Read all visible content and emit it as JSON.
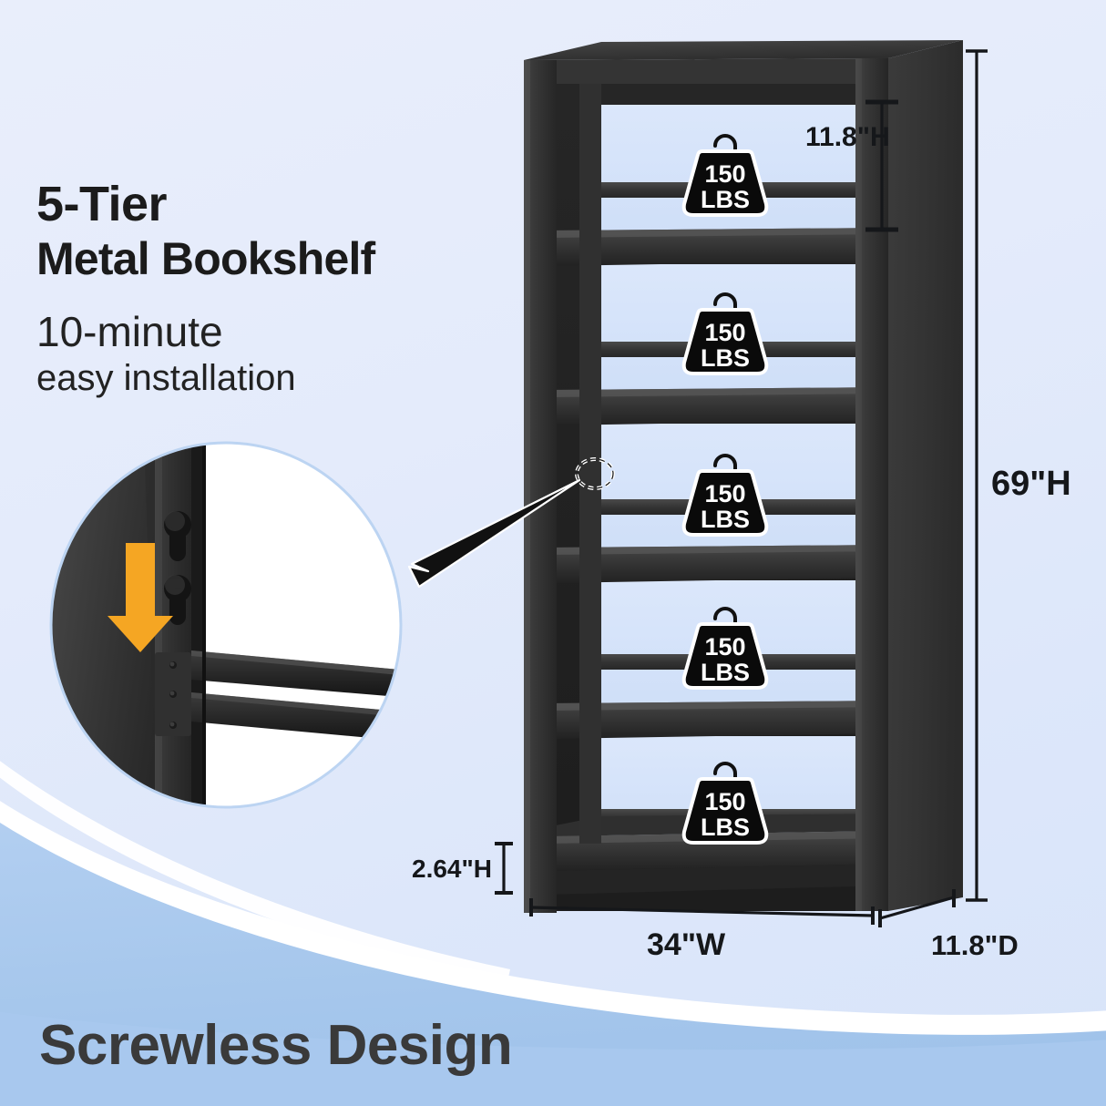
{
  "page": {
    "background_top_color": "#e9eefb",
    "background_bottom_band_color": "#a8c8ee",
    "accent_orange": "#f5a623",
    "product_color": "#2b2b2b"
  },
  "headline": {
    "line1": "5-Tier",
    "line2": "Metal Bookshelf",
    "line3": "10-minute",
    "line4": "easy installation"
  },
  "banner": {
    "title": "Screwless Design"
  },
  "dimensions": {
    "shelf_height": "11.8\"H",
    "total_height": "69\"H",
    "base_height": "2.64\"H",
    "width": "34\"W",
    "depth": "11.8\"D"
  },
  "weight_badges": [
    {
      "value": "150",
      "unit": "LBS"
    },
    {
      "value": "150",
      "unit": "LBS"
    },
    {
      "value": "150",
      "unit": "LBS"
    },
    {
      "value": "150",
      "unit": "LBS"
    },
    {
      "value": "150",
      "unit": "LBS"
    }
  ],
  "magnifier": {
    "arrow_direction": "down",
    "arrow_color": "#f5a623",
    "detail_description": "screwless keyhole slot post and shelf beam bracket"
  },
  "product": {
    "tier_count": 5
  }
}
